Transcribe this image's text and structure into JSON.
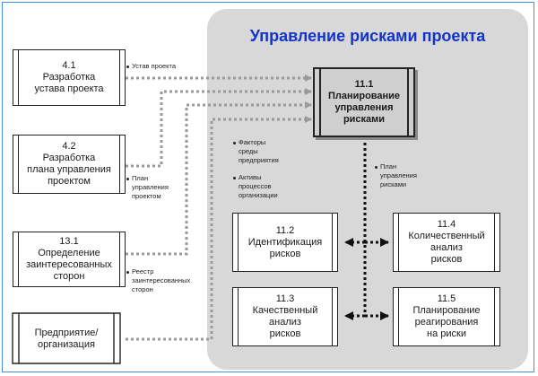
{
  "title": "Управление рисками проекта",
  "inputs": [
    {
      "num": "4.1",
      "line1": "Разработка",
      "line2": "устава проекта"
    },
    {
      "num": "4.2",
      "line1": "Разработка",
      "line2": "плана управления",
      "line3": "проектом"
    },
    {
      "num": "13.1",
      "line1": "Определение",
      "line2": "заинтересованных",
      "line3": "сторон"
    }
  ],
  "enterprise": {
    "line1": "Предприятие/",
    "line2": "организация"
  },
  "main_process": {
    "num": "11.1",
    "line1": "Планирование",
    "line2": "управления",
    "line3": "рисками"
  },
  "processes": [
    {
      "num": "11.2",
      "line1": "Идентификация",
      "line2": "рисков"
    },
    {
      "num": "11.4",
      "line1": "Количественный",
      "line2": "анализ",
      "line3": "рисков"
    },
    {
      "num": "11.3",
      "line1": "Качественный",
      "line2": "анализ",
      "line3": "рисков"
    },
    {
      "num": "11.5",
      "line1": "Планирование",
      "line2": "реагирования",
      "line3": "на риски"
    }
  ],
  "labels": {
    "charter": "Устав проекта",
    "plan_1": "План",
    "plan_2": "управления",
    "plan_3": "проектом",
    "register_1": "Реестр",
    "register_2": "заинтересованных",
    "register_3": "сторон",
    "factors_1": "Факторы",
    "factors_2": "среды",
    "factors_3": "предприятия",
    "assets_1": "Активы",
    "assets_2": "процессов",
    "assets_3": "организации",
    "risk_plan_1": "План",
    "risk_plan_2": "управления",
    "risk_plan_3": "рисками"
  }
}
